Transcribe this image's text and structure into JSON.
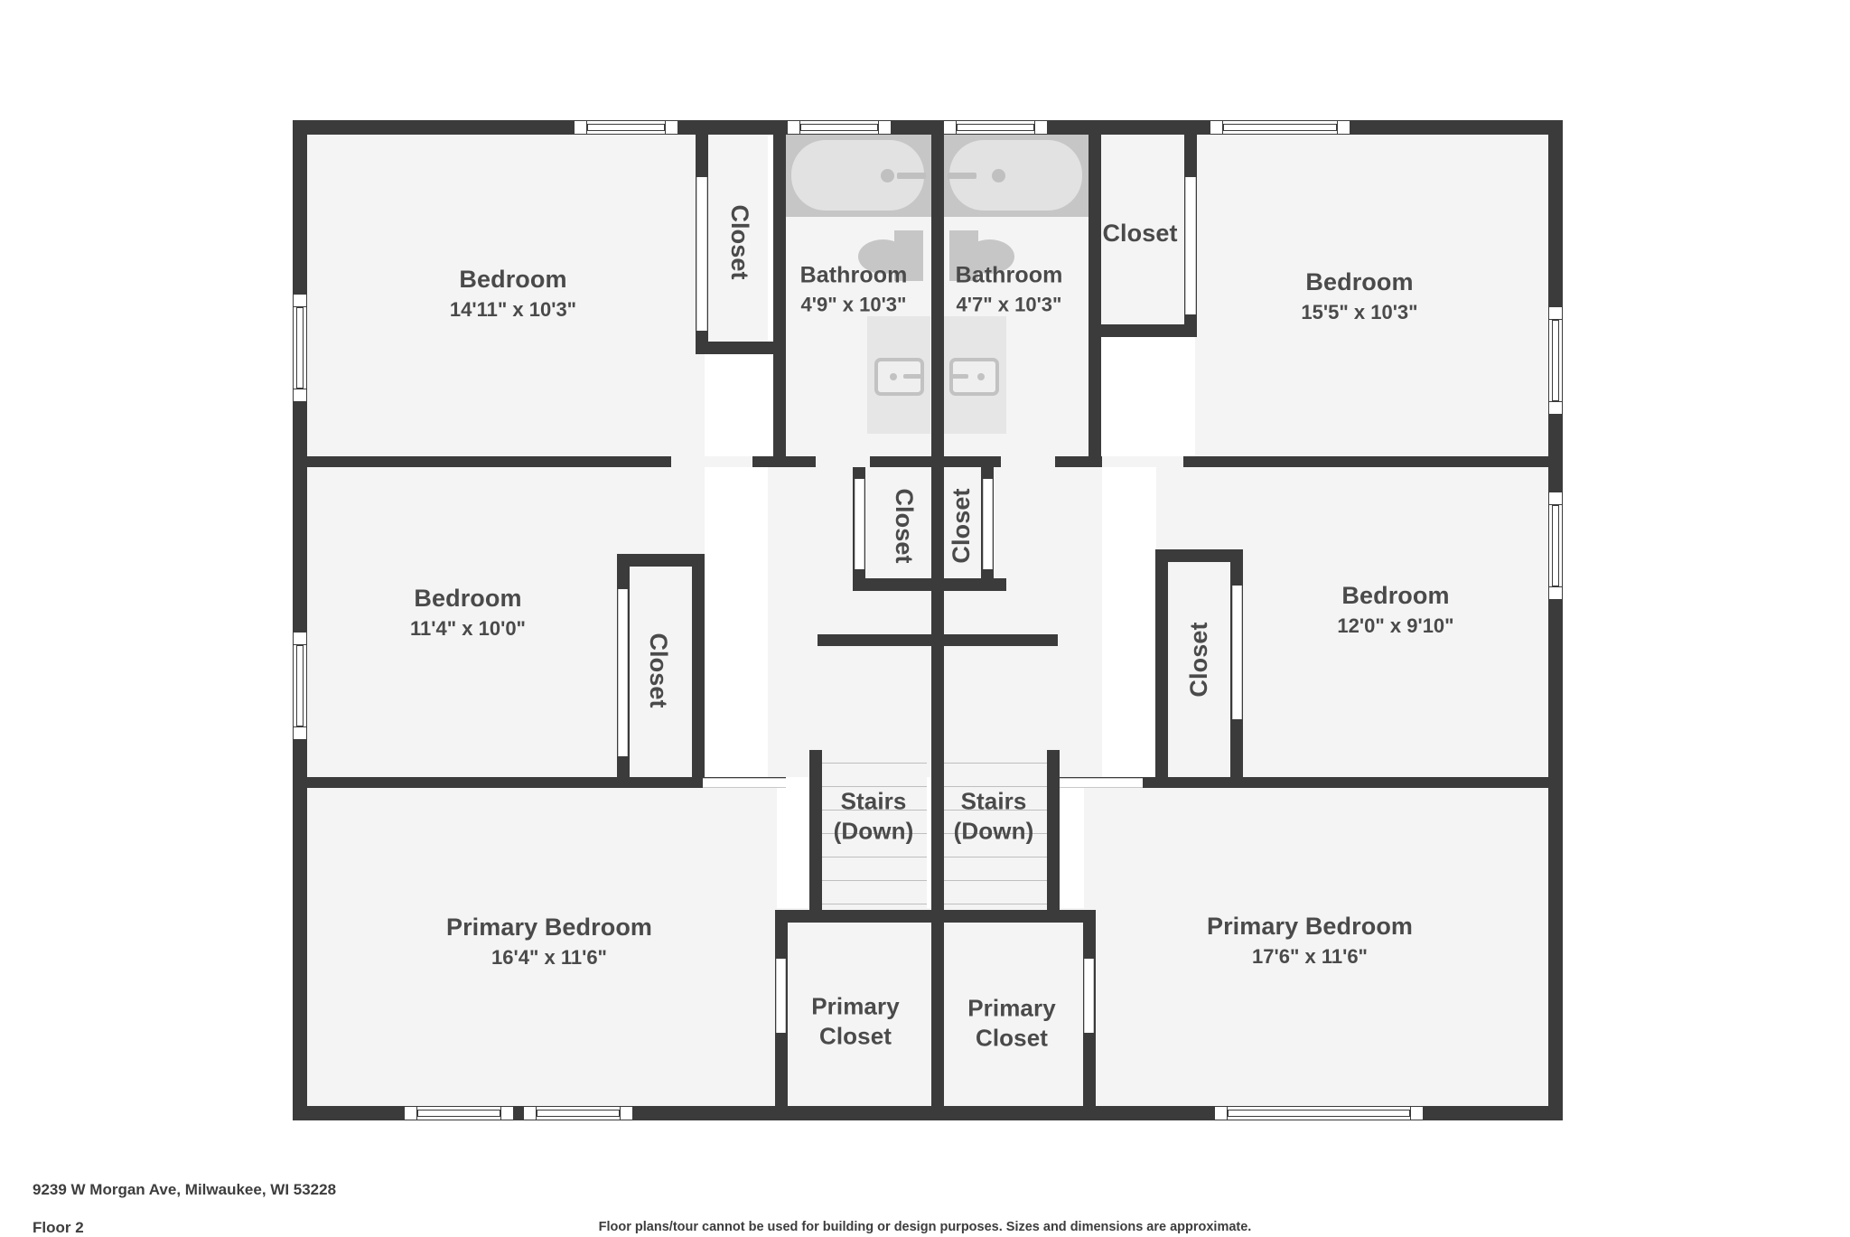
{
  "document": {
    "type": "floor-plan",
    "address": "9239 W Morgan Ave, Milwaukee, WI 53228",
    "floor_label": "Floor 2",
    "disclaimer": "Floor plans/tour cannot be used for building or design purposes. Sizes and dimensions are approximate.",
    "colors": {
      "wall": "#3b3b3b",
      "room_fill": "#f4f4f4",
      "fixture": "#c6c6c6",
      "tub_fill": "#e2e2e2",
      "tub_surround": "#c6c6c6",
      "text": "#4a4a4a",
      "background": "#ffffff"
    }
  },
  "rooms": {
    "bedroom_top_left": {
      "name": "Bedroom",
      "dimensions": "14'11\" x 10'3\""
    },
    "bedroom_top_right": {
      "name": "Bedroom",
      "dimensions": "15'5\" x 10'3\""
    },
    "bedroom_mid_left": {
      "name": "Bedroom",
      "dimensions": "11'4\" x 10'0\""
    },
    "bedroom_mid_right": {
      "name": "Bedroom",
      "dimensions": "12'0\" x 9'10\""
    },
    "bathroom_left": {
      "name": "Bathroom",
      "dimensions": "4'9\" x 10'3\""
    },
    "bathroom_right": {
      "name": "Bathroom",
      "dimensions": "4'7\" x 10'3\""
    },
    "primary_bedroom_left": {
      "name": "Primary Bedroom",
      "dimensions": "16'4\" x 11'6\""
    },
    "primary_bedroom_right": {
      "name": "Primary Bedroom",
      "dimensions": "17'6\" x 11'6\""
    },
    "stairs_left": {
      "line1": "Stairs",
      "line2": "(Down)"
    },
    "stairs_right": {
      "line1": "Stairs",
      "line2": "(Down)"
    },
    "primary_closet_left": {
      "line1": "Primary",
      "line2": "Closet"
    },
    "primary_closet_right": {
      "line1": "Primary",
      "line2": "Closet"
    }
  },
  "closets": {
    "top_left": "Closet",
    "top_right": "Closet",
    "center_left": "Closet",
    "center_right": "Closet",
    "mid_left": "Closet",
    "mid_right": "Closet"
  }
}
